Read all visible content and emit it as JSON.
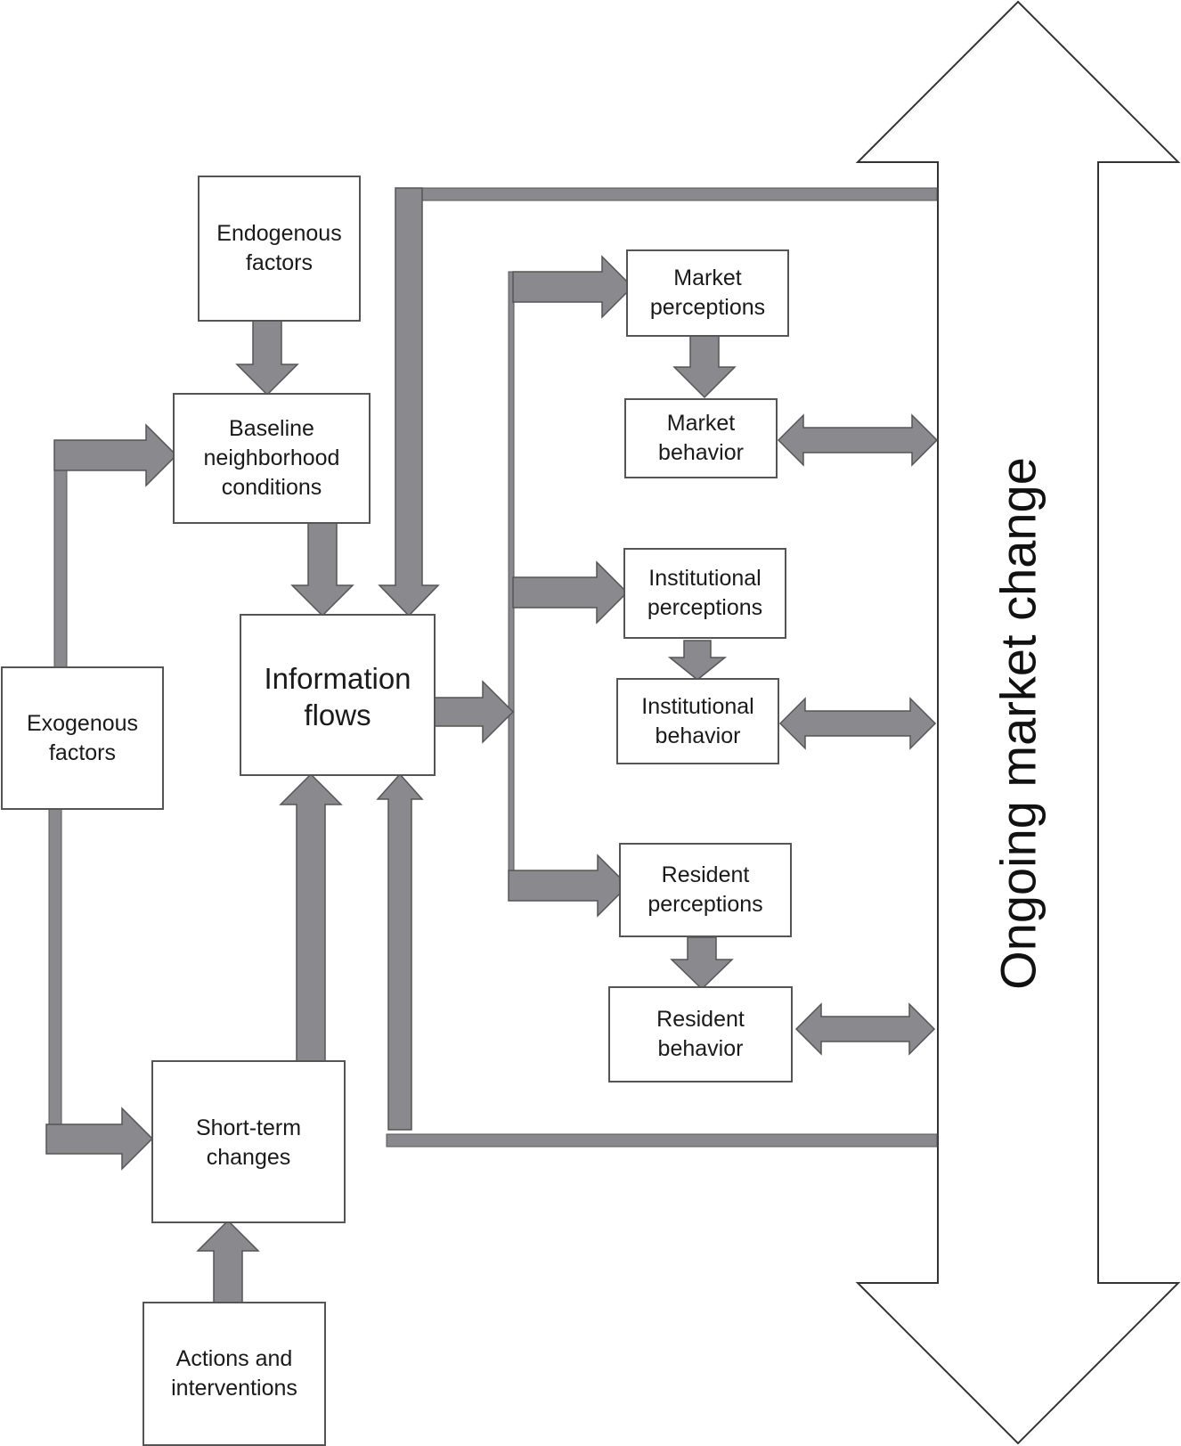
{
  "diagram": {
    "ongoing_change_label": "Ongoing market change",
    "boxes": {
      "endogenous": [
        "Endogenous",
        "factors"
      ],
      "baseline": [
        "Baseline",
        "neighborhood",
        "conditions"
      ],
      "exogenous": [
        "Exogenous",
        "factors"
      ],
      "information_flows": [
        "Information",
        "flows"
      ],
      "short_term": [
        "Short-term",
        "changes"
      ],
      "actions": [
        "Actions and",
        "interventions"
      ],
      "market_perceptions": [
        "Market",
        "perceptions"
      ],
      "market_behavior": [
        "Market",
        "behavior"
      ],
      "institutional_perceptions": [
        "Institutional",
        "perceptions"
      ],
      "institutional_behavior": [
        "Institutional",
        "behavior"
      ],
      "resident_perceptions": [
        "Resident",
        "perceptions"
      ],
      "resident_behavior": [
        "Resident",
        "behavior"
      ]
    },
    "colors": {
      "arrow_fill": "#8a8a8e",
      "arrow_stroke": "#555555",
      "box_border": "#555555"
    }
  }
}
